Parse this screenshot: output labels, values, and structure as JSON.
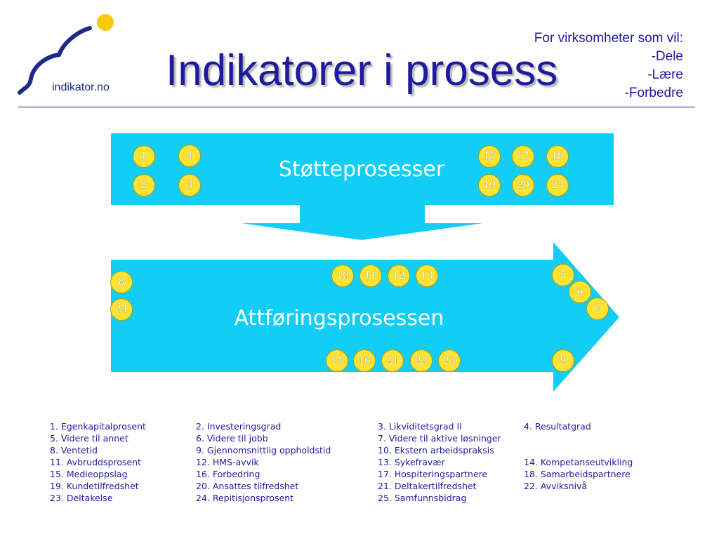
{
  "header": {
    "logo_text": "indikator.no",
    "title": "Indikatorer i prosess",
    "tagline": [
      "For virksomheter som vil:",
      "-Dele",
      "-Lære",
      "-Forbedre"
    ]
  },
  "colors": {
    "accent_blue": "#1e1b9e",
    "process_cyan": "#12cdf5",
    "indicator_yellow": "#fde335"
  },
  "diagram": {
    "support_label": "Støtteprosesser",
    "process_label": "Attføringsprosessen",
    "support_indicators": [
      "1",
      "4",
      "2",
      "3",
      "15",
      "17",
      "18",
      "19",
      "20",
      "25"
    ],
    "process_indicators": [
      "8",
      "24",
      "10",
      "11",
      "12",
      "13",
      "14",
      "16",
      "21",
      "22",
      "23",
      "5",
      "6",
      "7",
      "9"
    ]
  },
  "legend": [
    [
      "1. Egenkapitalprosent",
      "2. Investeringsgrad",
      "3. Likviditetsgrad II",
      "4. Resultatgrad"
    ],
    [
      "5. Videre til annet",
      "6. Videre til jobb",
      "7. Videre til aktive løsninger",
      ""
    ],
    [
      "8. Ventetid",
      "9. Gjennomsnittlig oppholdstid",
      "10. Ekstern arbeidspraksis",
      ""
    ],
    [
      "11. Avbruddsprosent",
      "12. HMS-avvik",
      "13. Sykefravær",
      "14. Kompetanseutvikling"
    ],
    [
      "15. Medieoppslag",
      "16. Forbedring",
      "17. Hospiteringspartnere",
      "18. Samarbeidspartnere"
    ],
    [
      "19. Kundetilfredshet",
      "20. Ansattes tilfredshet",
      "21. Deltakertilfredshet",
      "22. Avviksnivå"
    ],
    [
      "23. Deltakelse",
      "24. Repitisjonsprosent",
      "25. Samfunnsbidrag",
      ""
    ]
  ]
}
